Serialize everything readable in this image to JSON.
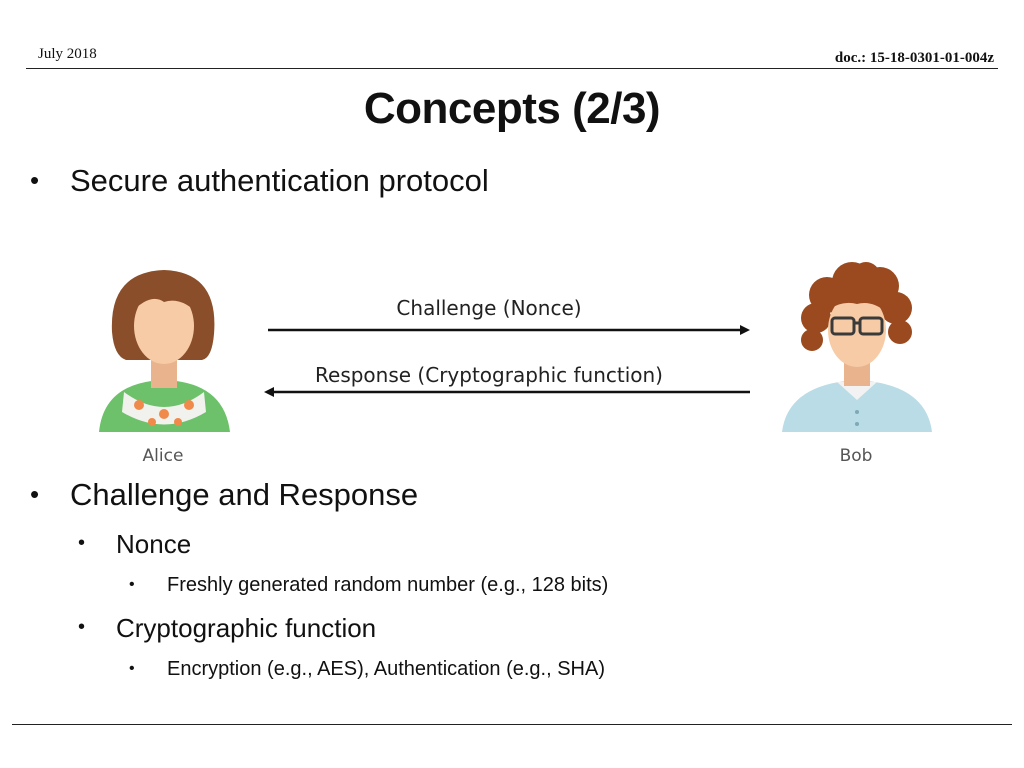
{
  "header": {
    "date": "July 2018",
    "doc_id": "doc.: 15-18-0301-01-004z"
  },
  "slide": {
    "title": "Concepts (2/3)",
    "bullets": [
      {
        "text": "Secure authentication protocol"
      },
      {
        "text": "Challenge and Response"
      },
      {
        "text": "Nonce"
      },
      {
        "text": "Freshly generated random number (e.g., 128 bits)"
      },
      {
        "text": "Cryptographic function"
      },
      {
        "text": "Encryption (e.g., AES), Authentication (e.g., SHA)"
      }
    ],
    "bullet_glyph": "•"
  },
  "diagram": {
    "challenge_label": "Challenge (Nonce)",
    "response_label": "Response (Cryptographic function)",
    "left_person": "Alice",
    "right_person": "Bob"
  },
  "colors": {
    "alice_hair": "#8a4f2a",
    "alice_shirt": "#6cc16a",
    "bob_hair": "#9a4a1e",
    "bob_shirt": "#b9dce6",
    "skin": "#f6cba6"
  }
}
